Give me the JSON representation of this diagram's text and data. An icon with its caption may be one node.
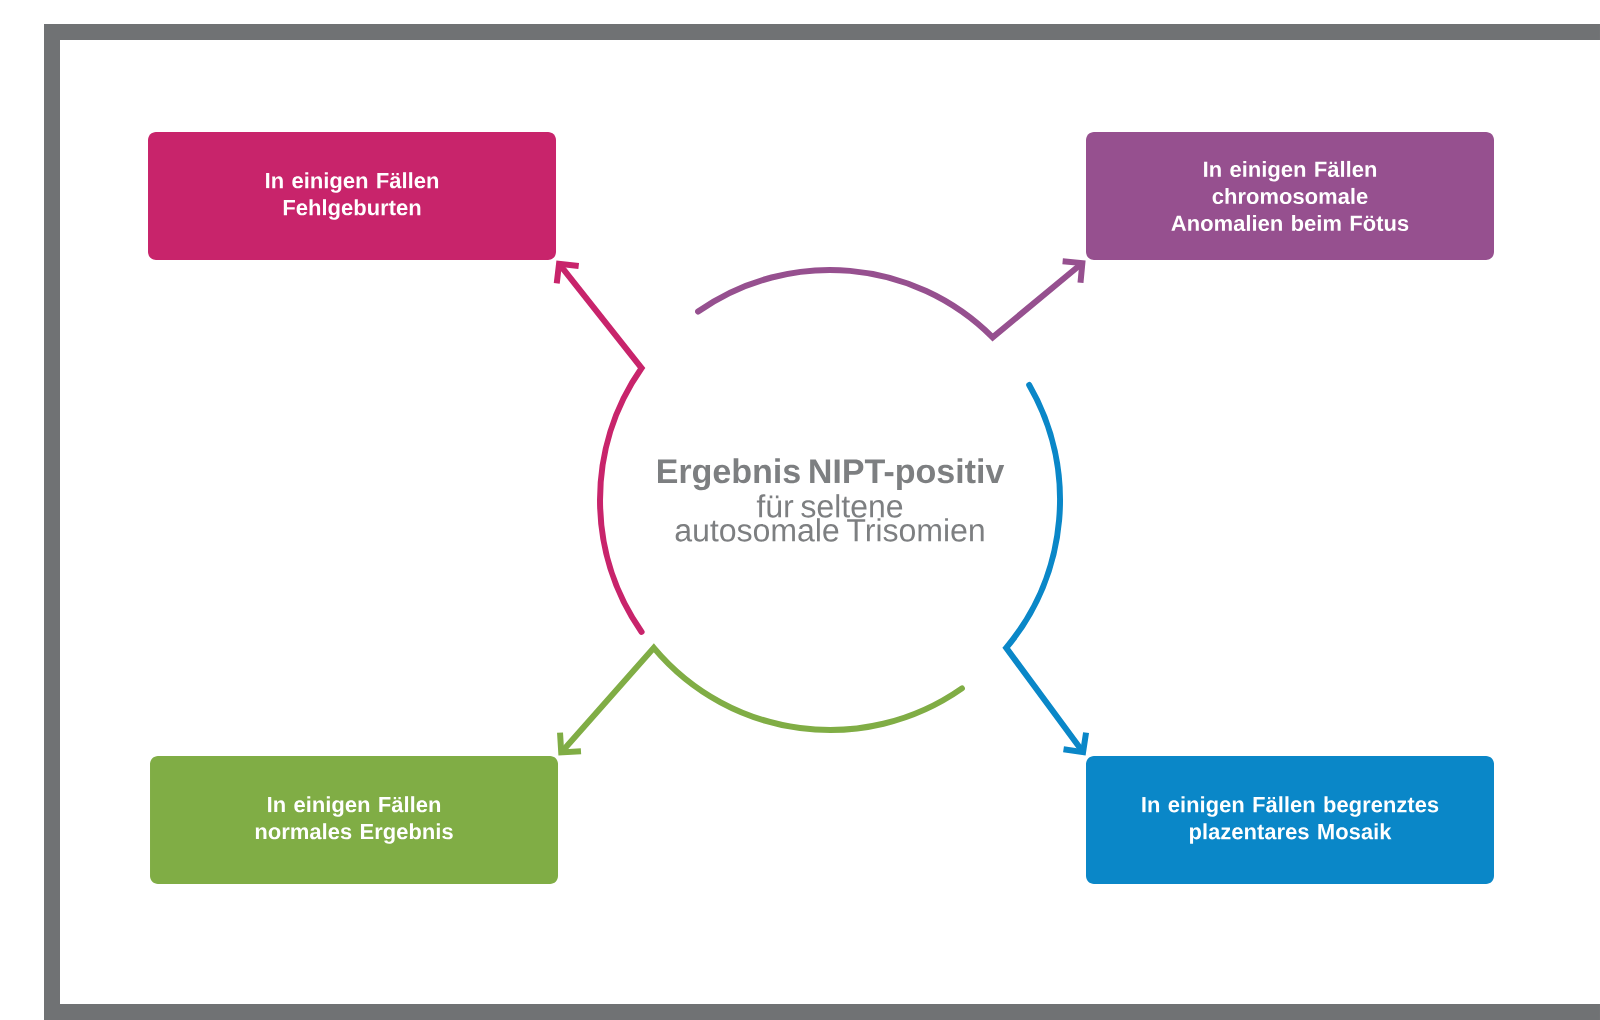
{
  "diagram": {
    "nodes": [
      {
        "text": [
          "Ergebnis NIPT-positiv",
          "für seltene autosomale Trisomien"
        ]
      },
      {
        "text": [
          "In einigen Fällen Fehlgeburten"
        ]
      },
      {
        "text": [
          "In einigen Fällen chromosomale Anomalien beim Fötus"
        ]
      },
      {
        "text": [
          "In einigen Fällen normales Ergebnis"
        ]
      },
      {
        "text": [
          "In einigen Fällen begrenztes plazentares Mosaik"
        ]
      }
    ],
    "edges": [
      {
        "from": 0,
        "to": 1,
        "arrow": "to",
        "color": "#c8246b"
      },
      {
        "from": 0,
        "to": 2,
        "arrow": "to",
        "color": "#96508f"
      },
      {
        "from": 0,
        "to": 3,
        "arrow": "to",
        "color": "#80ad45"
      },
      {
        "from": 0,
        "to": 4,
        "arrow": "to",
        "color": "#0a87c8"
      }
    ]
  }
}
